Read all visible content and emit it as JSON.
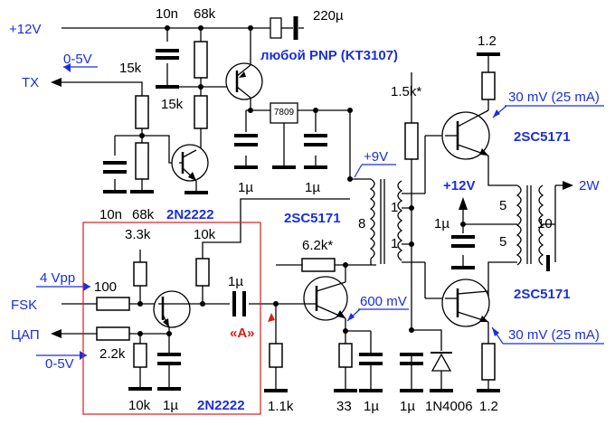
{
  "ports": {
    "supply": "+12V",
    "tx": "TX",
    "tx_range": "0-5V",
    "fsk": "FSK",
    "fsk_level": "4 Vpp",
    "dac": "ЦАП",
    "dac_range": "0-5V",
    "out": "2W",
    "pa_supply": "+12V",
    "vreg_out": "+9V"
  },
  "components": {
    "c_10n_top": "10n",
    "r_68k_top": "68k",
    "c_220u": "220µ",
    "pnp_note": "любой PNP (KT3107)",
    "r_15k_tx": "15k",
    "r_15k_b": "15k",
    "c_10n_bot": "10n",
    "r_68k_bot": "68k",
    "q_2n2222_top": "2N2222",
    "vreg": "7809",
    "c_1u_a": "1µ",
    "c_1u_b": "1µ",
    "r_1_5k": "1.5k*",
    "r_1_2_top": "1.2",
    "pa_current_top": "30 mV (25 mA)",
    "q_pa_top": "2SC5171",
    "q_driver": "2SC5171",
    "r_3_3k": "3.3k",
    "r_10k_a": "10k",
    "r_100": "100",
    "c_1u_coupling": "1µ",
    "r_2_2k": "2.2k",
    "r_10k_b": "10k",
    "c_1u_e": "1µ",
    "q_2n2222_bot": "2N2222",
    "node_a": "«A»",
    "r_1_1k": "1.1k",
    "r_6_2k": "6.2k*",
    "driver_emitter": "600 mV",
    "r_33": "33",
    "c_1u_f": "1µ",
    "c_1u_g": "1µ",
    "diode": "1N4006",
    "r_1_2_bot": "1.2",
    "pa_current_bot": "30 mV (25 mA)",
    "q_pa_bot": "2SC5171",
    "t1_primary": "8",
    "t1_sec_a": "1",
    "t1_sec_b": "1",
    "c_1u_h": "1µ",
    "t2_in_a": "5",
    "t2_in_b": "5",
    "t2_out": "10"
  }
}
